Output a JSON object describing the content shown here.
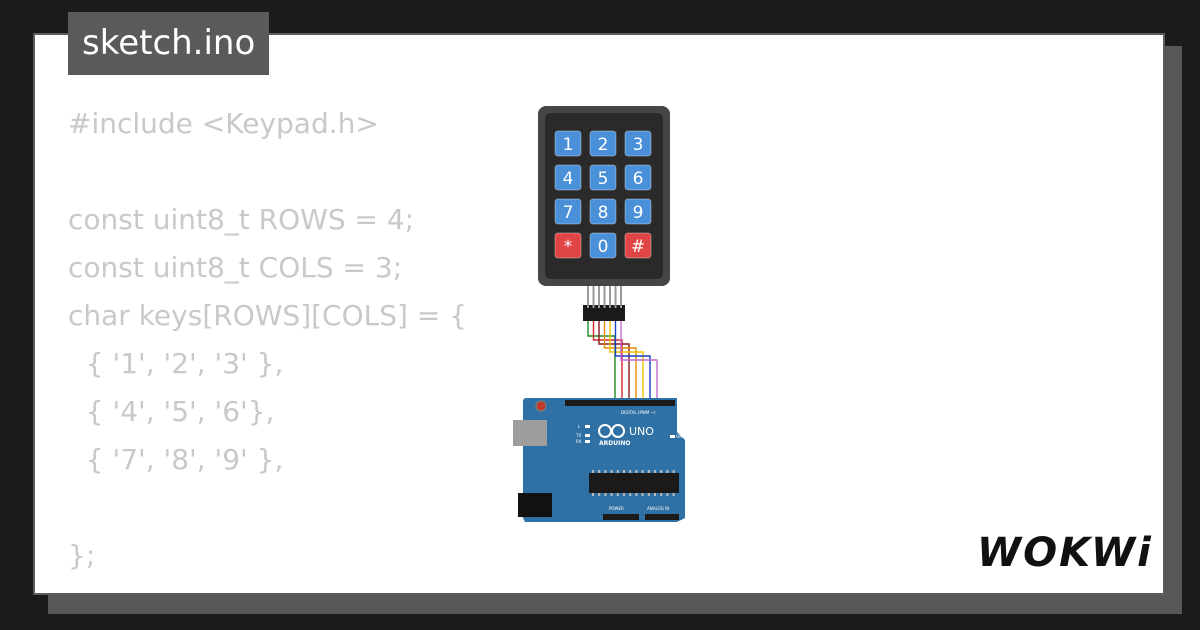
{
  "file_tab": {
    "title": "sketch.ino"
  },
  "code_lines": [
    "#include <Keypad.h>",
    "",
    "const uint8_t ROWS = 4;",
    "const uint8_t COLS = 3;",
    "char keys[ROWS][COLS] = {",
    "  { '1', '2', '3' },",
    "  { '4', '5', '6'},",
    "  { '7', '8', '9' },",
    "",
    "};"
  ],
  "keypad": {
    "keys": [
      "1",
      "2",
      "3",
      "4",
      "5",
      "6",
      "7",
      "8",
      "9",
      "*",
      "0",
      "#"
    ],
    "key_color": "#4a90d9",
    "special_key_color": "#e04545"
  },
  "arduino": {
    "brand": "ARDUINO",
    "model": "UNO",
    "digital_label": "DIGITAL (PWM ~)",
    "power_label": "POWER",
    "analog_label": "ANALOG IN",
    "led_labels": [
      "L",
      "TX",
      "RX",
      "ON"
    ],
    "board_color": "#2f71a4"
  },
  "wire_colors": [
    "#1e8c1e",
    "#d12b2b",
    "#8b1a1a",
    "#e08e00",
    "#e8c400",
    "#1a3fc4",
    "#c66cd6"
  ],
  "logo": {
    "text": "WOKWi"
  },
  "colors": {
    "background": "#1b1b1b",
    "card": "#ffffff",
    "tab": "#5a5a5a",
    "code_text": "#c9c9c9"
  }
}
